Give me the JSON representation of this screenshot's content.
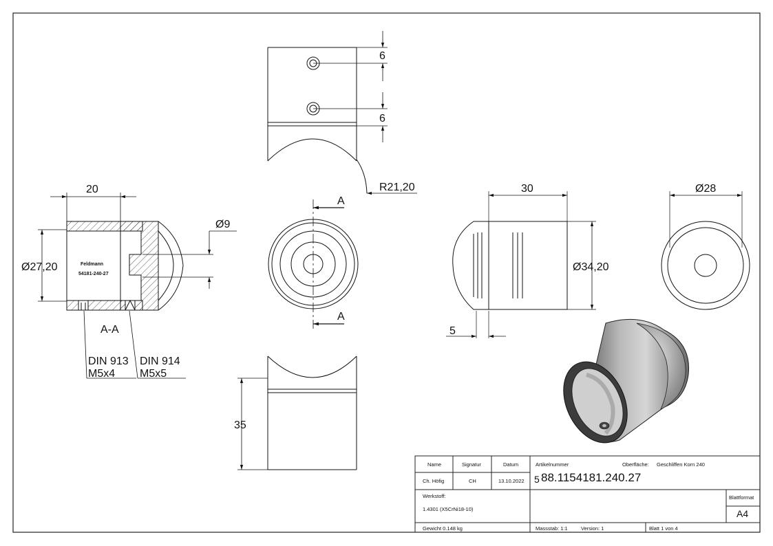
{
  "dimensions": {
    "top_hole_1": "6",
    "top_hole_2": "6",
    "radius": "R21,20",
    "section_width": "20",
    "hole_dia": "Ø9",
    "section_dia": "Ø27,20",
    "side_width": "30",
    "side_dia": "Ø34,20",
    "side_offset": "5",
    "end_dia": "Ø28",
    "bottom_height": "35"
  },
  "section": {
    "cut_label_top": "A",
    "cut_label_bottom": "A",
    "title": "A-A",
    "engraving_line1": "Feldmann",
    "engraving_line2": "54181-240-27",
    "callout_left_1": "DIN 913",
    "callout_left_2": "M5x4",
    "callout_right_1": "DIN 914",
    "callout_right_2": "M5x5"
  },
  "titleblock": {
    "h_name": "Name",
    "h_signatur": "Signatur",
    "h_datum": "Datum",
    "v_name": "Ch. Höfig",
    "v_signatur": "CH",
    "v_datum": "13.10.2022",
    "artikel_label": "Artikelnummer",
    "oberflaeche_label": "Oberfläche:",
    "oberflaeche_value": "Geschliffen Korn 240",
    "artikel_value": "88.1154181.240.27",
    "artikel_prefix": "5",
    "werkstoff_label": "Werkstoff:",
    "werkstoff_value": "1.4301 (X5CrNi18-10)",
    "blattformat_label": "Blattformat",
    "blattformat_value": "A4",
    "gewicht": "Gewicht 0.148 kg",
    "massstab": "Massstab: 1:1",
    "version": "Version: 1",
    "blatt": "Blatt 1 von 4"
  }
}
